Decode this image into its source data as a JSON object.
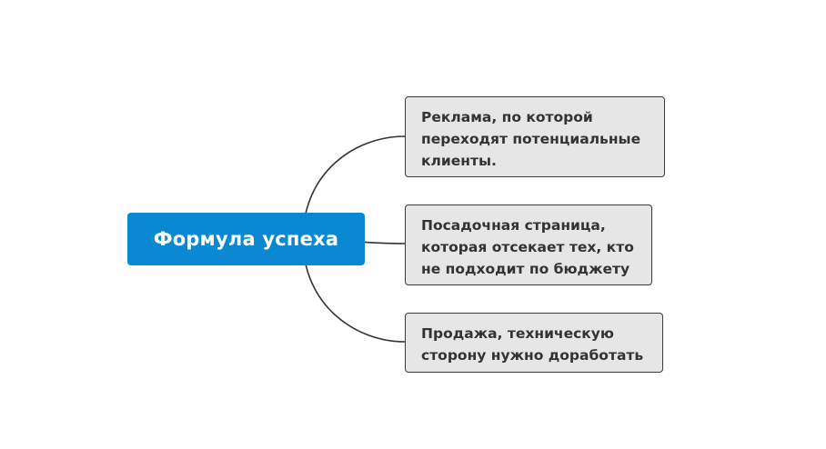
{
  "mindmap": {
    "root": {
      "label": "Формула успеха",
      "color": "#0a88d1"
    },
    "branches": [
      {
        "lines": [
          "Реклама, по которой",
          "переходят потенциальные",
          "клиенты."
        ]
      },
      {
        "lines": [
          "Посадочная страница,",
          "которая отсекает тех, кто",
          "не подходит по бюджету"
        ]
      },
      {
        "lines": [
          "Продажа, техническую",
          "сторону нужно доработать"
        ]
      }
    ],
    "node_fill": "#e6e6e6",
    "connector_color": "#333333"
  }
}
